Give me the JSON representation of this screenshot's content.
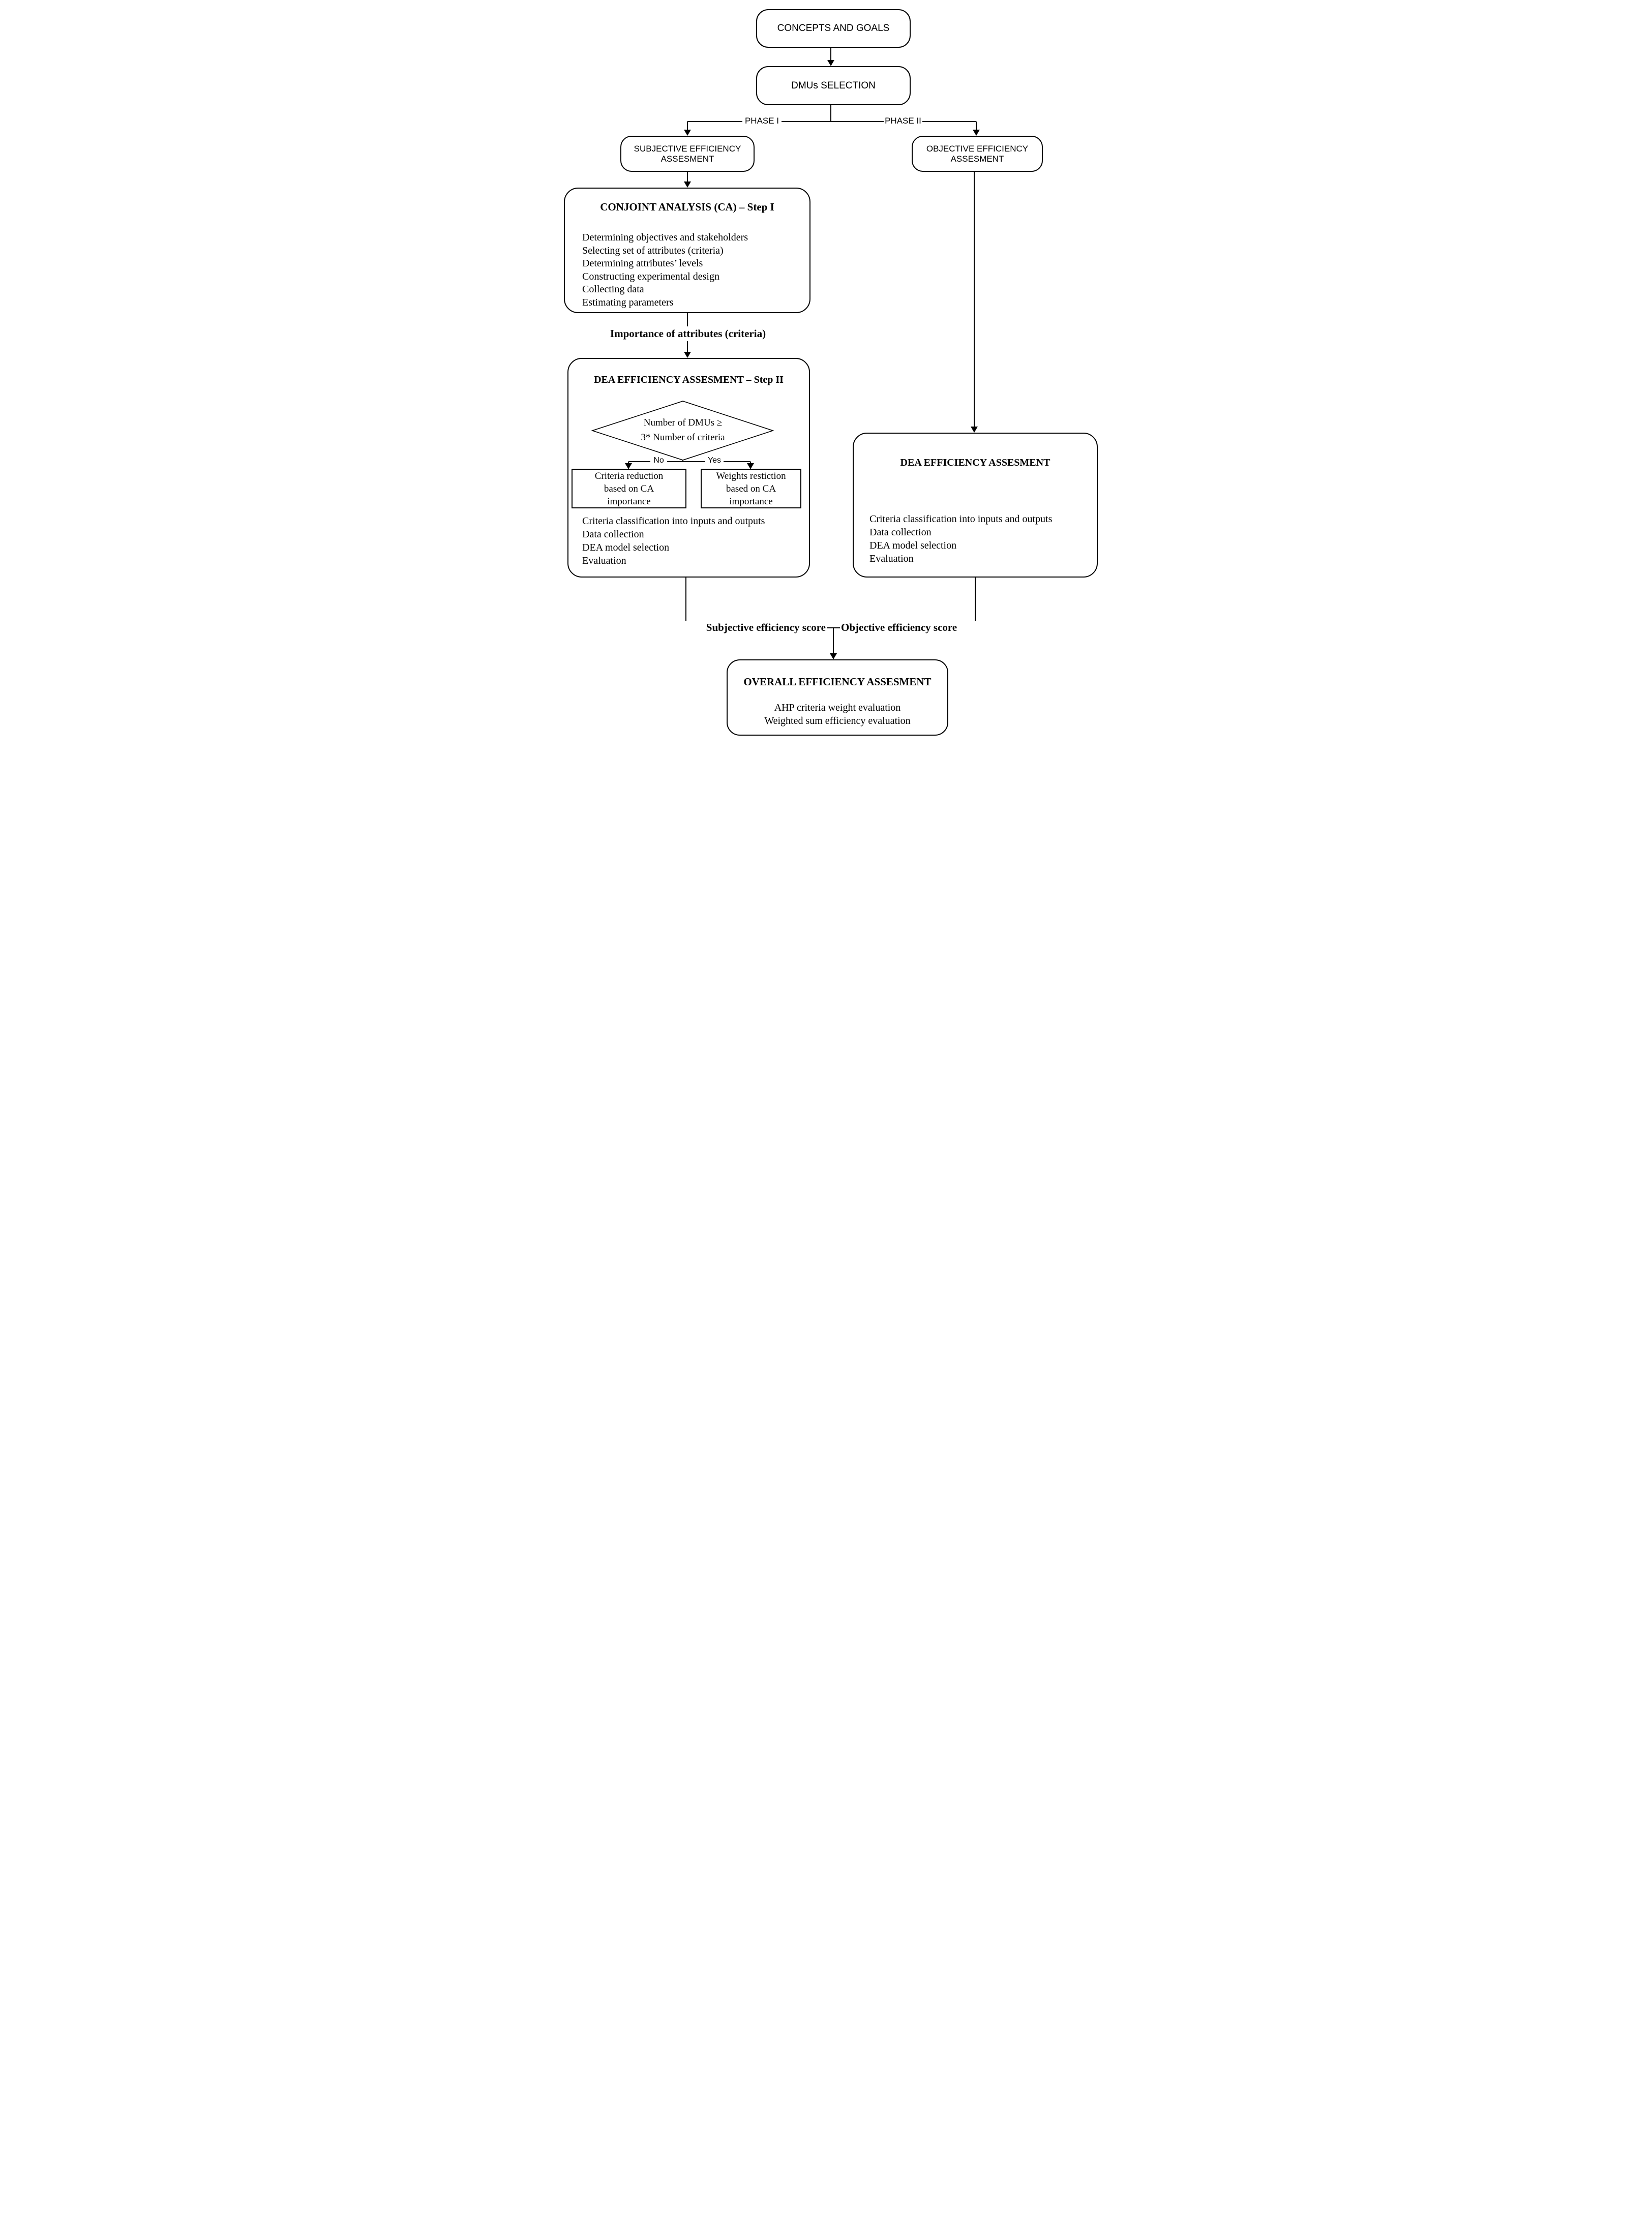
{
  "diagram": {
    "colors": {
      "line": "#000000",
      "background": "#ffffff",
      "text": "#000000"
    },
    "top": {
      "concepts": "CONCEPTS AND GOALS",
      "dmus": "DMUs SELECTION",
      "phase1": "PHASE I",
      "phase2": "PHASE II",
      "subjective": "SUBJECTIVE EFFICIENCY ASSESMENT",
      "objective": "OBJECTIVE EFFICIENCY ASSESMENT"
    },
    "conjoint": {
      "title": "CONJOINT ANALYSIS (CA) – Step I",
      "items": [
        "Determining objectives and  stakeholders",
        "Selecting set of attributes (criteria)",
        "Determining attributes’ levels",
        "Constructing experimental design",
        "Collecting data",
        "Estimating parameters"
      ]
    },
    "importance_label": "Importance of attributes (criteria)",
    "step2": {
      "title": "DEA EFFICIENCY ASSESMENT – Step II",
      "diamond": {
        "line1": "Number of DMUs ≥",
        "line2": "3* Number of criteria"
      },
      "no_label": "No",
      "yes_label": "Yes",
      "no_box": [
        "Criteria reduction",
        "based on CA",
        "importance"
      ],
      "yes_box": [
        "Weights restiction",
        "based on CA",
        "importance"
      ],
      "items": [
        "Criteria classification into inputs  and outputs",
        "Data collection",
        "DEA model selection",
        "Evaluation"
      ]
    },
    "objective_dea": {
      "title": "DEA EFFICIENCY ASSESMENT",
      "items": [
        "Criteria classification into inputs  and outputs",
        "Data collection",
        "DEA model selection",
        "Evaluation"
      ]
    },
    "scores": {
      "subjective": "Subjective efficiency score",
      "objective": "Objective efficiency score"
    },
    "overall": {
      "title": "OVERALL EFFICIENCY ASSESMENT",
      "items": [
        "AHP criteria weight evaluation",
        "Weighted sum efficiency evaluation"
      ]
    }
  }
}
